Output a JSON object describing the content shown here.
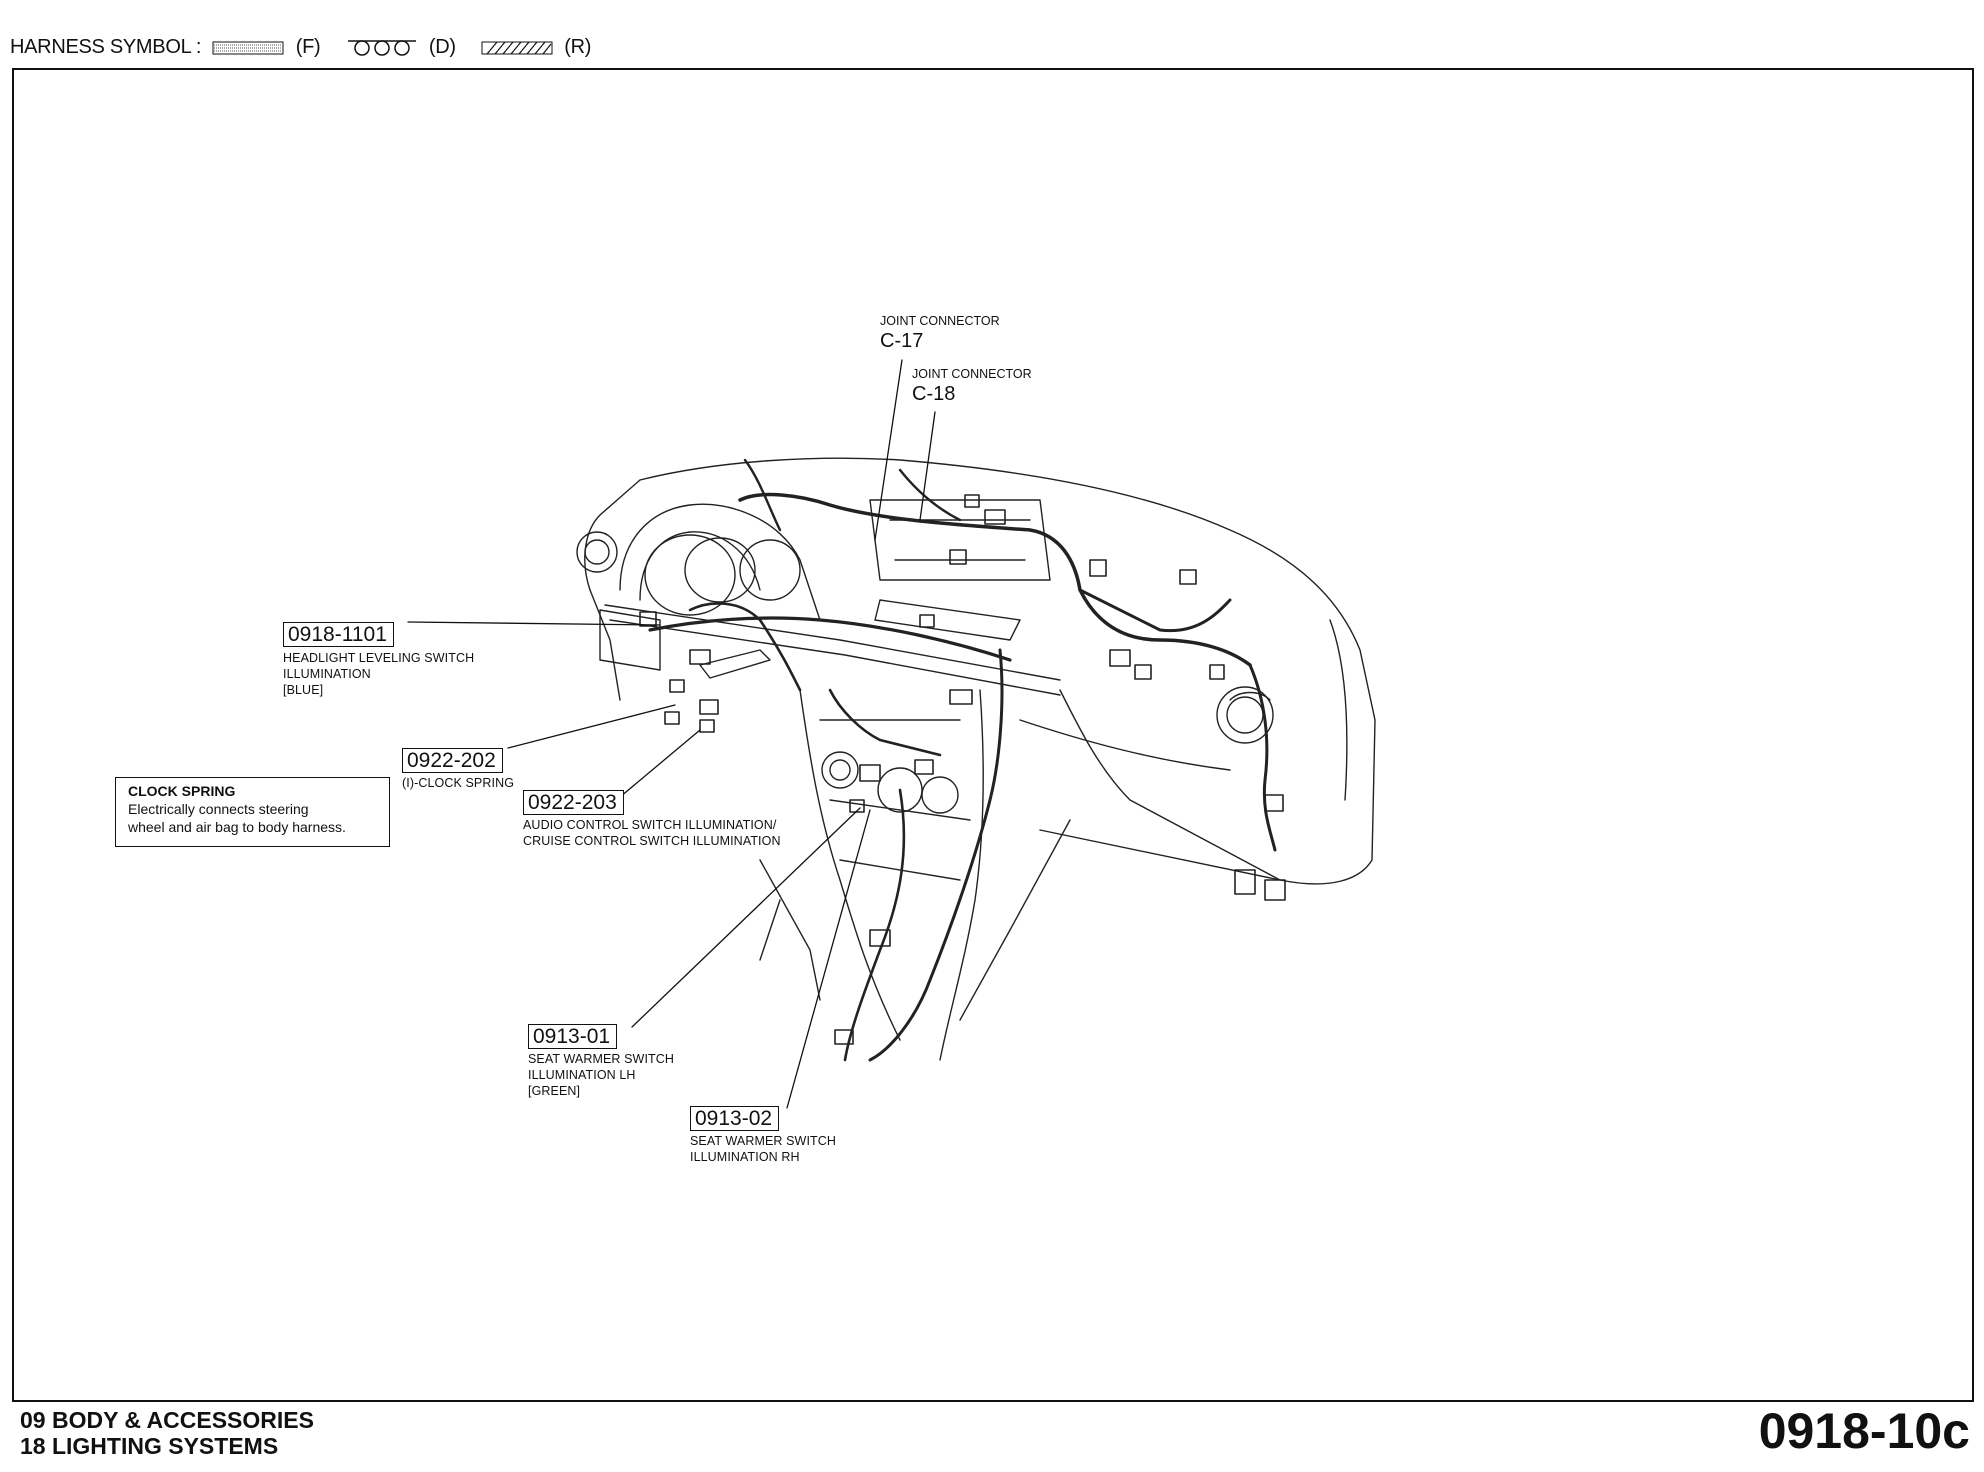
{
  "legend": {
    "label": "HARNESS SYMBOL :",
    "f": "(F)",
    "d": "(D)",
    "r": "(R)"
  },
  "joint_connectors": [
    {
      "title": "JOINT CONNECTOR",
      "code": "C-17"
    },
    {
      "title": "JOINT CONNECTOR",
      "code": "C-18"
    }
  ],
  "callouts": [
    {
      "code": "0918-1101",
      "lines": [
        "HEADLIGHT LEVELING SWITCH",
        "ILLUMINATION",
        "[BLUE]"
      ]
    },
    {
      "code": "0922-202",
      "lines": [
        "(I)-CLOCK SPRING"
      ]
    },
    {
      "code": "0922-203",
      "lines": [
        "AUDIO CONTROL SWITCH ILLUMINATION/",
        "CRUISE CONTROL SWITCH ILLUMINATION"
      ]
    },
    {
      "code": "0913-01",
      "lines": [
        "SEAT WARMER SWITCH",
        "ILLUMINATION LH",
        "[GREEN]"
      ]
    },
    {
      "code": "0913-02",
      "lines": [
        "SEAT WARMER SWITCH",
        "ILLUMINATION RH"
      ]
    }
  ],
  "note": {
    "title": "CLOCK SPRING",
    "lines": [
      "Electrically connects steering",
      "wheel and air bag to body harness."
    ]
  },
  "footer": {
    "section1": "09  BODY & ACCESSORIES",
    "section2": "18  LIGHTING SYSTEMS",
    "page_code": "0918-10c"
  }
}
